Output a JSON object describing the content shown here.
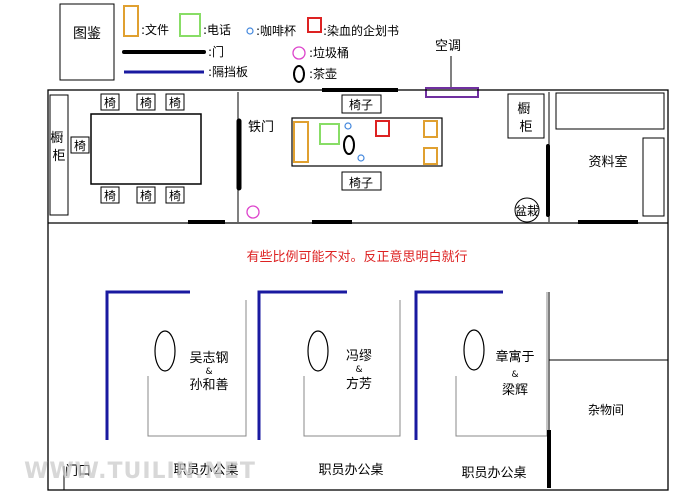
{
  "legend": {
    "title": "图鉴",
    "file": ":文件",
    "phone": ":电话",
    "coffee": ":咖啡杯",
    "plan_book": ":染血的企划书",
    "door": ":门",
    "trash": ":垃圾桶",
    "partition": ":隔挡板",
    "teapot": ":茶壶"
  },
  "labels": {
    "aircon": "空调",
    "chair": "椅",
    "chair_top": "椅子",
    "chair_bottom": "椅子",
    "cabinet": "橱柜",
    "iron_door": "铁门",
    "data_room": "资料室",
    "basin": "盆栽",
    "note": "有些比例可能不对。反正意思明白就行",
    "storage": "杂物间",
    "gate": "门口",
    "desk": "职员办公桌"
  },
  "offices": [
    {
      "name1": "吴志钢",
      "amp": "&",
      "name2": "孙和善"
    },
    {
      "name1": "冯缪",
      "amp": "&",
      "name2": "方芳"
    },
    {
      "name1": "章寓于",
      "amp": "&",
      "name2": "梁辉"
    }
  ],
  "colors": {
    "file": "#e0a030",
    "phone": "#88dd66",
    "coffee": "#4488dd",
    "plan_book": "#dd2222",
    "trash": "#dd44cc",
    "partition": "#1a1aa0",
    "note": "#dd2222",
    "aircon": "#7030a0"
  },
  "watermark": "WWW.TUILIN.NET"
}
